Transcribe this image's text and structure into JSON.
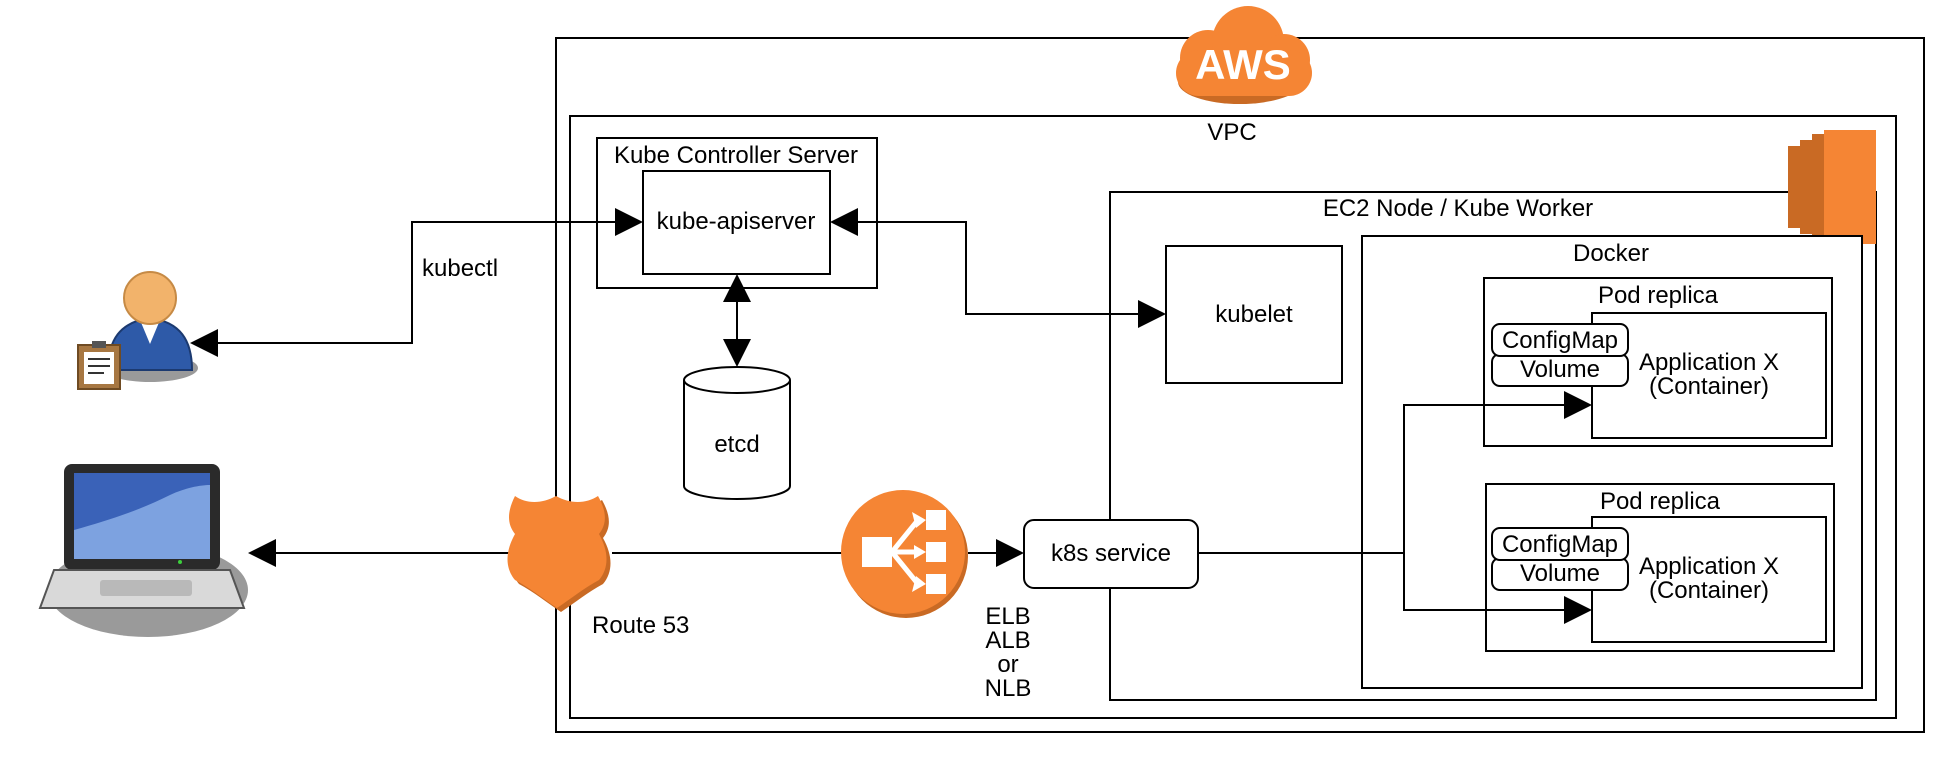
{
  "colors": {
    "aws_orange": "#f58534",
    "aws_orange_dark": "#c96a24",
    "line": "#000000",
    "background": "#ffffff"
  },
  "icons": {
    "aws_logo": "aws-cloud-logo-icon",
    "ec2": "ec2-instance-icon",
    "route53": "route53-shield-icon",
    "load_balancer": "elastic-load-balancer-icon",
    "user": "administrator-user-icon",
    "laptop": "laptop-client-icon"
  },
  "labels": {
    "aws": "AWS",
    "vpc": "VPC",
    "kube_controller_server": "Kube Controller Server",
    "kube_apiserver": "kube-apiserver",
    "etcd": "etcd",
    "kubectl": "kubectl",
    "ec2_node": "EC2 Node / Kube Worker",
    "kubelet": "kubelet",
    "docker": "Docker",
    "k8s_service": "k8s service",
    "route53": "Route 53",
    "lb_types": [
      "ELB",
      "ALB",
      "or",
      "NLB"
    ]
  },
  "pods": [
    {
      "title": "Pod replica",
      "configmap": "ConfigMap",
      "volume": "Volume",
      "app_line1": "Application X",
      "app_line2": "(Container)"
    },
    {
      "title": "Pod replica",
      "configmap": "ConfigMap",
      "volume": "Volume",
      "app_line1": "Application X",
      "app_line2": "(Container)"
    }
  ]
}
